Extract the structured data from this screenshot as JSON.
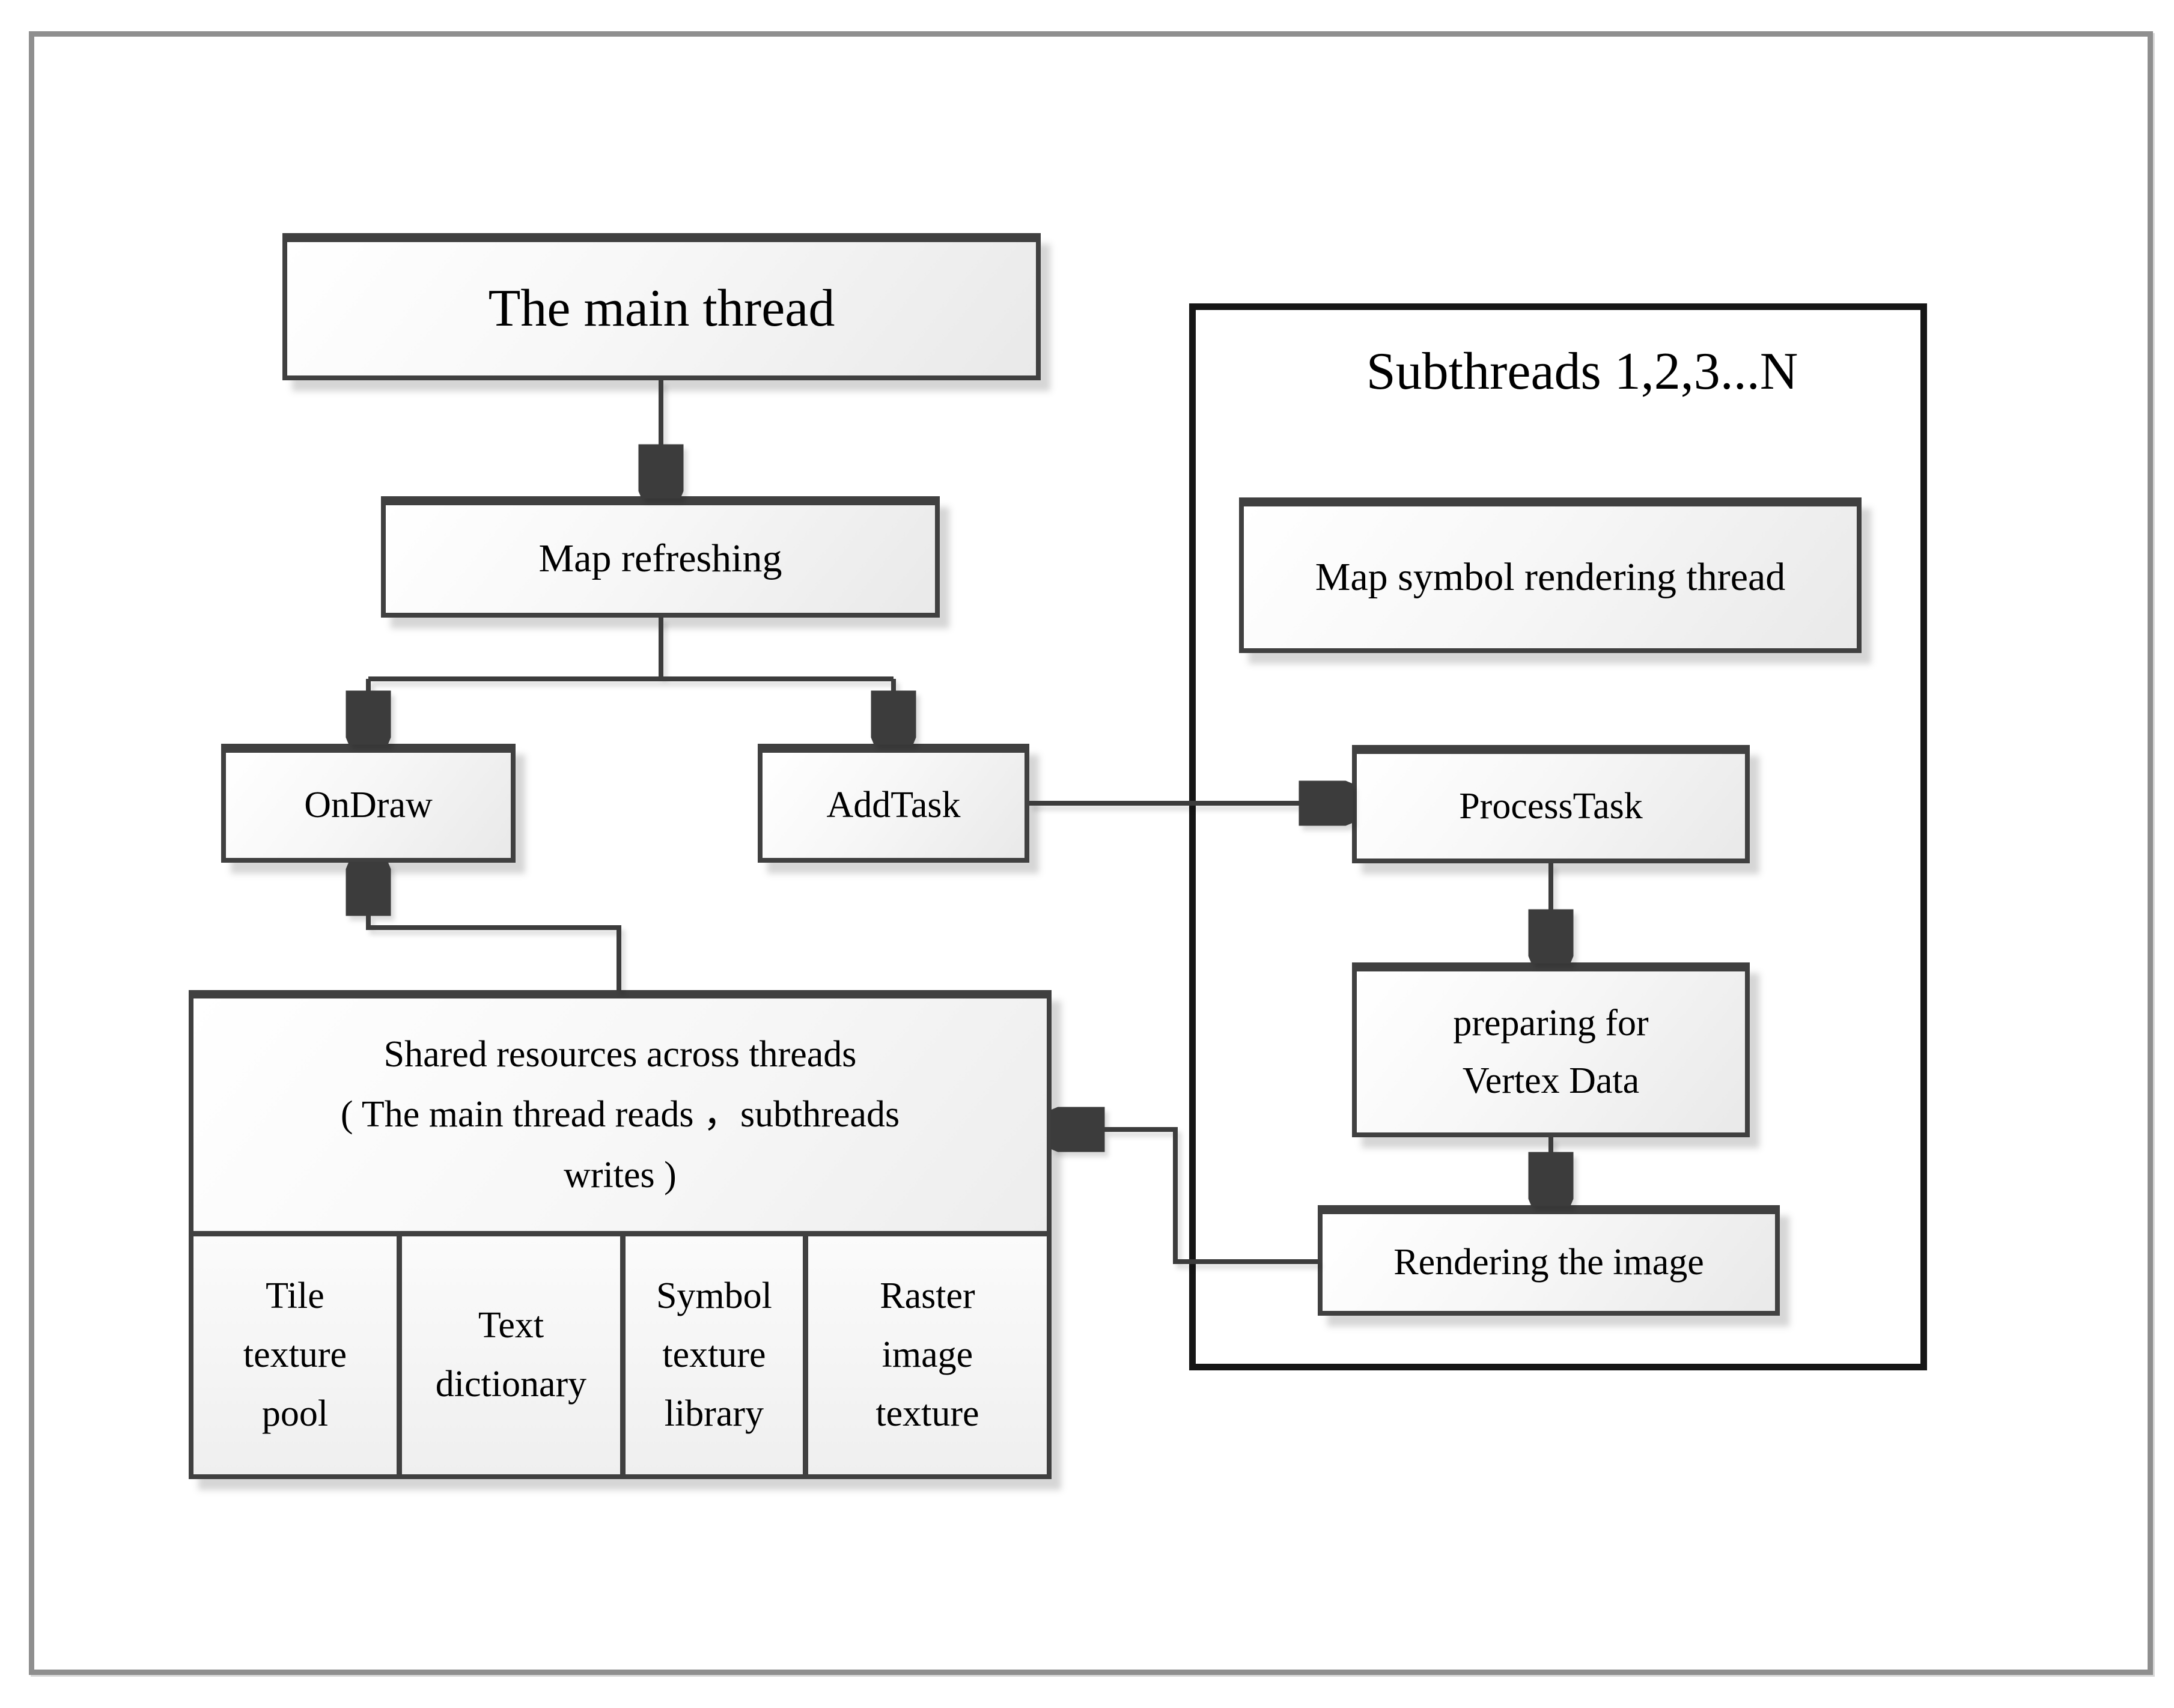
{
  "main_thread": {
    "label": "The main thread"
  },
  "map_refreshing": {
    "label": "Map refreshing"
  },
  "ondraw": {
    "label": "OnDraw"
  },
  "addtask": {
    "label": "AddTask"
  },
  "subthreads": {
    "title": "Subthreads 1,2,3...N",
    "map_symbol_rendering": {
      "label": "Map symbol rendering thread"
    },
    "process_task": {
      "label": "ProcessTask"
    },
    "preparing_vertex_data": {
      "line1": "preparing for",
      "line2": "Vertex Data"
    },
    "rendering_image": {
      "label": "Rendering the image"
    }
  },
  "shared_resources": {
    "line1": "Shared resources across threads",
    "line2": "( The main thread reads ，subthreads",
    "line3": "writes )",
    "cells": [
      {
        "line1": "Tile",
        "line2": "texture",
        "line3": "pool"
      },
      {
        "line1": "Text",
        "line2": "dictionary"
      },
      {
        "line1": "Symbol",
        "line2": "texture",
        "line3": "library"
      },
      {
        "line1": "Raster",
        "line2": "image",
        "line3": "texture"
      }
    ]
  },
  "colors": {
    "connector": "#3c3c3c",
    "node_border": "#404040",
    "container_border": "#161616",
    "frame_border": "#8f8f8f",
    "node_fill_light": "#ffffff",
    "node_fill_dark": "#e9e9e9"
  }
}
